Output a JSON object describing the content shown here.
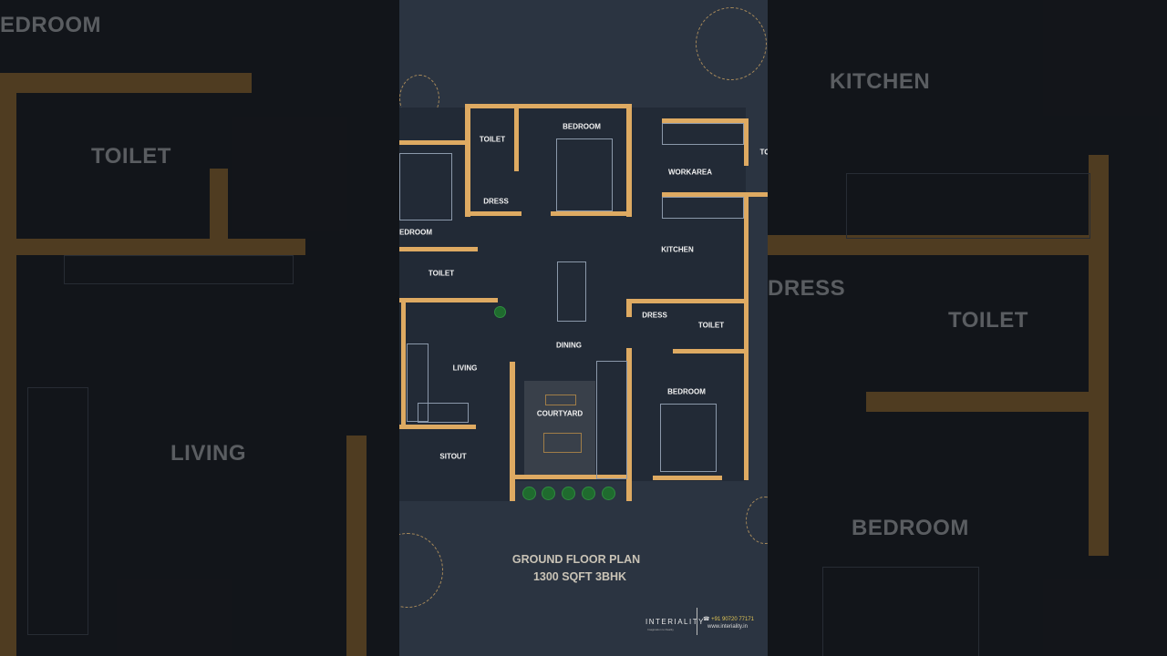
{
  "plan": {
    "rooms": {
      "bedroom_top": "BEDROOM",
      "toilet_top": "TOILET",
      "dress_top": "DRESS",
      "bedroom_left": "EDROOM",
      "toilet_left": "TOILET",
      "workarea": "WORKAREA",
      "kitchen": "KITCHEN",
      "dining": "DINING",
      "dress_right": "DRESS",
      "toilet_right": "TOILET",
      "living": "LIVING",
      "courtyard": "COURTYARD",
      "sitout": "SITOUT",
      "bedroom_bottom": "BEDROOM",
      "toilet_edge": "TO"
    },
    "caption_line1": "GROUND FLOOR PLAN",
    "caption_line2": "1300 SQFT 3BHK"
  },
  "brand": {
    "name": "INTERIALITY",
    "tagline": "Imagination to Reality",
    "phone": "+91 90720 77171",
    "website": "www.interiality.in"
  },
  "side_left": {
    "bedroom": "EDROOM",
    "toilet": "TOILET",
    "living": "LIVING"
  },
  "side_right": {
    "kitchen": "KITCHEN",
    "dress": "DRESS",
    "toilet": "TOILET",
    "bedroom": "BEDROOM"
  },
  "colors": {
    "wall": "#deaa62",
    "background": "#2b3441",
    "floor": "#222a36"
  }
}
